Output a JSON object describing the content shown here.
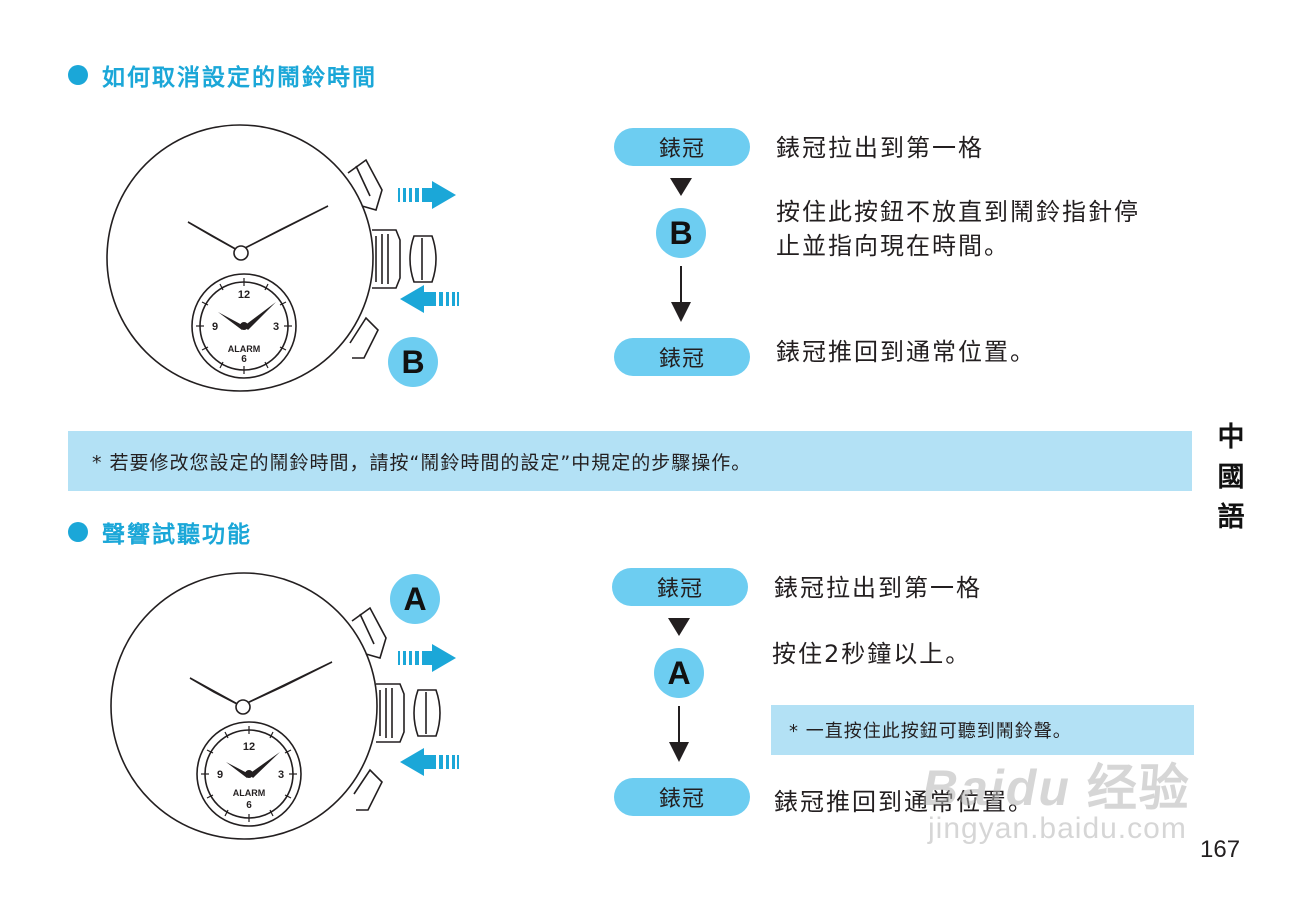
{
  "section1": {
    "heading": "如何取消設定的鬧鈴時間",
    "badge": "B",
    "steps": [
      {
        "pill": "錶冠",
        "text": "錶冠拉出到第一格"
      },
      {
        "badge": "B",
        "text_lines": [
          "按住此按鈕不放直到鬧鈴指針停",
          "止並指向現在時間。"
        ]
      },
      {
        "pill": "錶冠",
        "text": "錶冠推回到通常位置。"
      }
    ]
  },
  "note_bar": "* 若要修改您設定的鬧鈴時間，請按“鬧鈴時間的設定”中規定的步驟操作。",
  "section2": {
    "heading": "聲響試聽功能",
    "badge": "A",
    "steps": [
      {
        "pill": "錶冠",
        "text": "錶冠拉出到第一格"
      },
      {
        "badge": "A",
        "text": "按住2秒鐘以上。"
      },
      {
        "note": "* 一直按住此按鈕可聽到鬧鈴聲。"
      },
      {
        "pill": "錶冠",
        "text": "錶冠推回到通常位置。"
      }
    ]
  },
  "dial": {
    "label": "ALARM",
    "n12": "12",
    "n3": "3",
    "n6": "6",
    "n9": "9"
  },
  "side_tab": [
    "中",
    "國",
    "語"
  ],
  "page_number": "167",
  "watermark": {
    "logo": "Baidu",
    "brand": "经验",
    "url": "jingyan.baidu.com"
  },
  "colors": {
    "accent": "#1ba7d8",
    "pill": "#6dcdf1",
    "note_bg": "#b3e1f5",
    "text": "#231f20"
  }
}
